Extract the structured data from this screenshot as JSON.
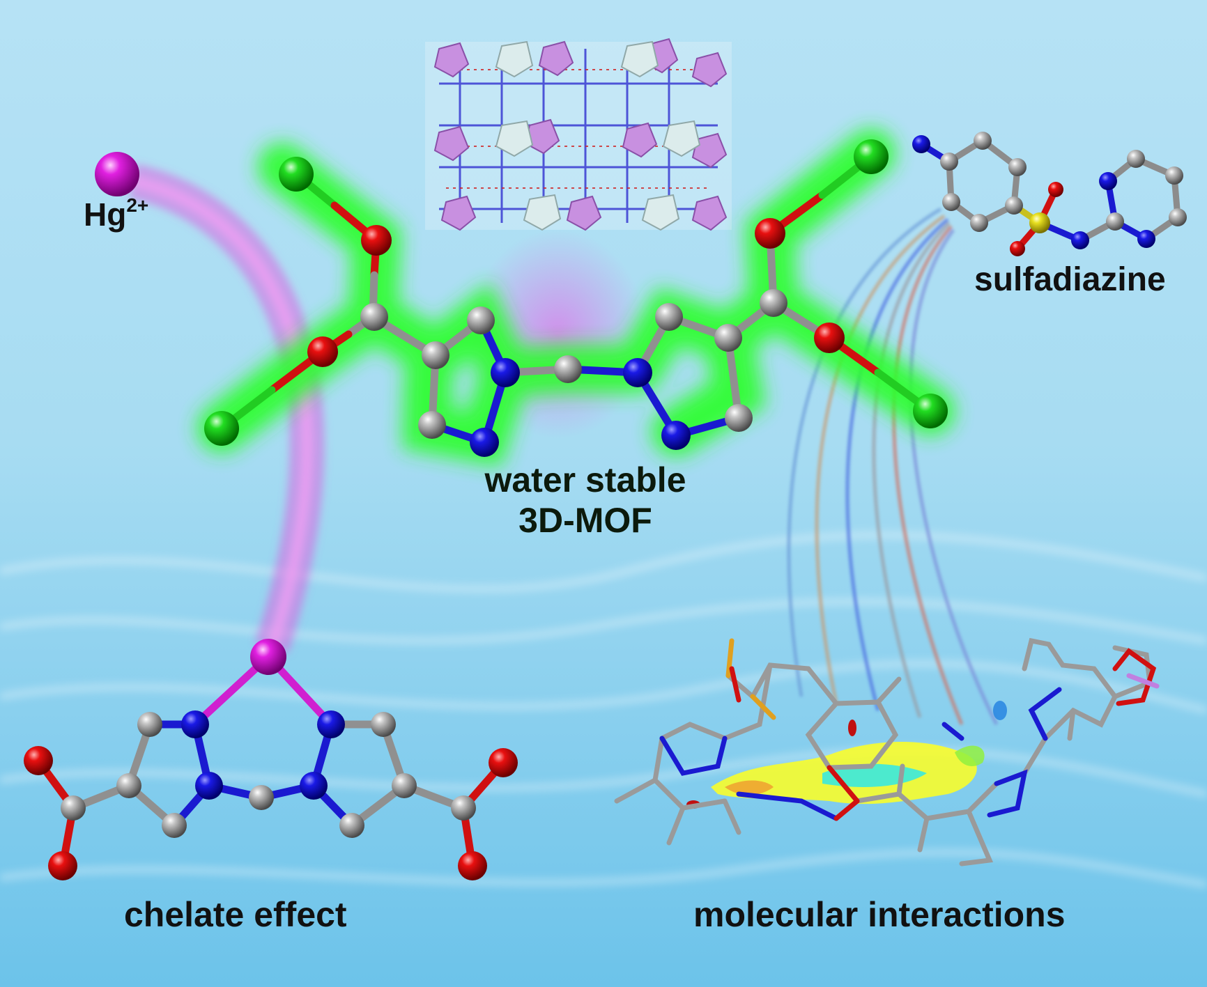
{
  "labels": {
    "hg_base": "Hg",
    "hg_charge": "2+",
    "sulfadiazine": "sulfadiazine",
    "water_line1": "water stable",
    "water_line2": "3D-MOF",
    "chelate": "chelate effect",
    "molecular": "molecular interactions"
  },
  "colors": {
    "background_light": "#bfe6f6",
    "background_mid": "#9fd6ee",
    "carbon": "#8c8c8c",
    "nitrogen": "#1515d8",
    "oxygen": "#e01010",
    "metal_site": "#22e022",
    "mercury": "#e020e0",
    "sulfur": "#e8e020",
    "glow": "#22ff22",
    "polyhedra_pink": "#c890e0",
    "polyhedra_white": "#dcecec"
  },
  "icons": [
    "mercury-ion-icon",
    "mof-framework-icon",
    "sulfadiazine-molecule-icon",
    "chelate-molecule-icon",
    "interaction-surface-icon"
  ]
}
